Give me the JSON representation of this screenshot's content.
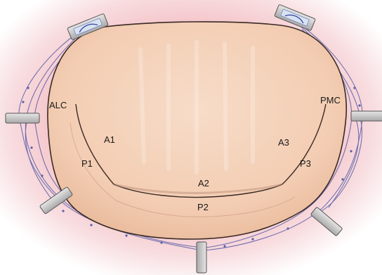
{
  "labels": {
    "alc": "ALC",
    "pmc": "PMC",
    "a1": "A1",
    "a2": "A2",
    "a3": "A3",
    "p1": "P1",
    "p2": "P2",
    "p3": "P3"
  },
  "colors": {
    "background_glow": "#f2b9bf",
    "valve_fill": "#f4d2ba",
    "valve_outline": "#3a2a24",
    "suture": "#5b5fa8",
    "pledget": "#c8c8c8"
  }
}
